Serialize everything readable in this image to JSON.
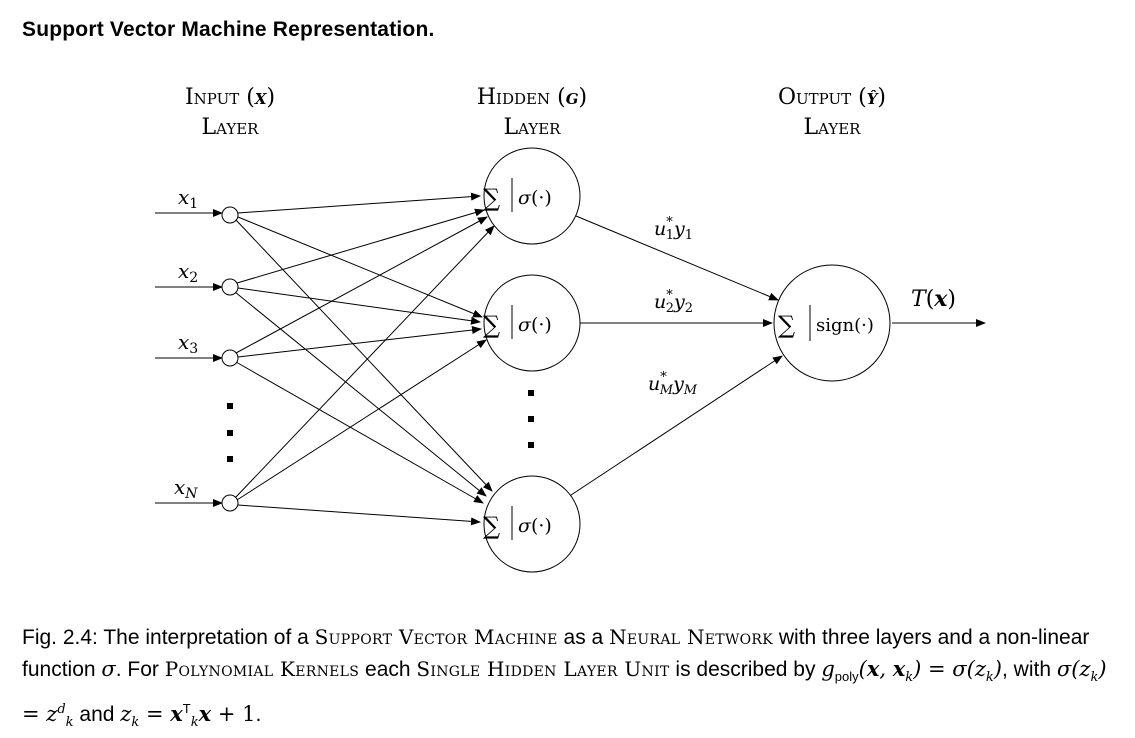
{
  "title": "Support Vector Machine Representation.",
  "layers": {
    "input": {
      "line1": "Input (x)",
      "line2": "Layer"
    },
    "hidden": {
      "line1": "Hidden (g)",
      "line2": "Layer"
    },
    "output": {
      "line1": "Output (ŷ)",
      "line2": "Layer"
    }
  },
  "input_nodes": [
    "x1",
    "x2",
    "x3",
    "xN"
  ],
  "hidden_node_symbol": "Σ|σ(·)",
  "output_node_symbol": "Σ|sign(·)",
  "edge_weights": [
    "u1* y1",
    "u2* y2",
    "uM* yM"
  ],
  "output_label": "T(x)",
  "caption": {
    "fig_label": "Fig.  2.4:",
    "t1": "The interpretation of a",
    "svm": "Support Vector Machine",
    "t2": "as a",
    "nn": "Neural Network",
    "t3": "with three layers and a non-linear function",
    "t4": "For",
    "pk": "Polynomial Kernels",
    "t5": "each",
    "shlu": "Single Hidden Layer Unit",
    "t6": "is described by",
    "t7": "with",
    "t8": "and"
  }
}
